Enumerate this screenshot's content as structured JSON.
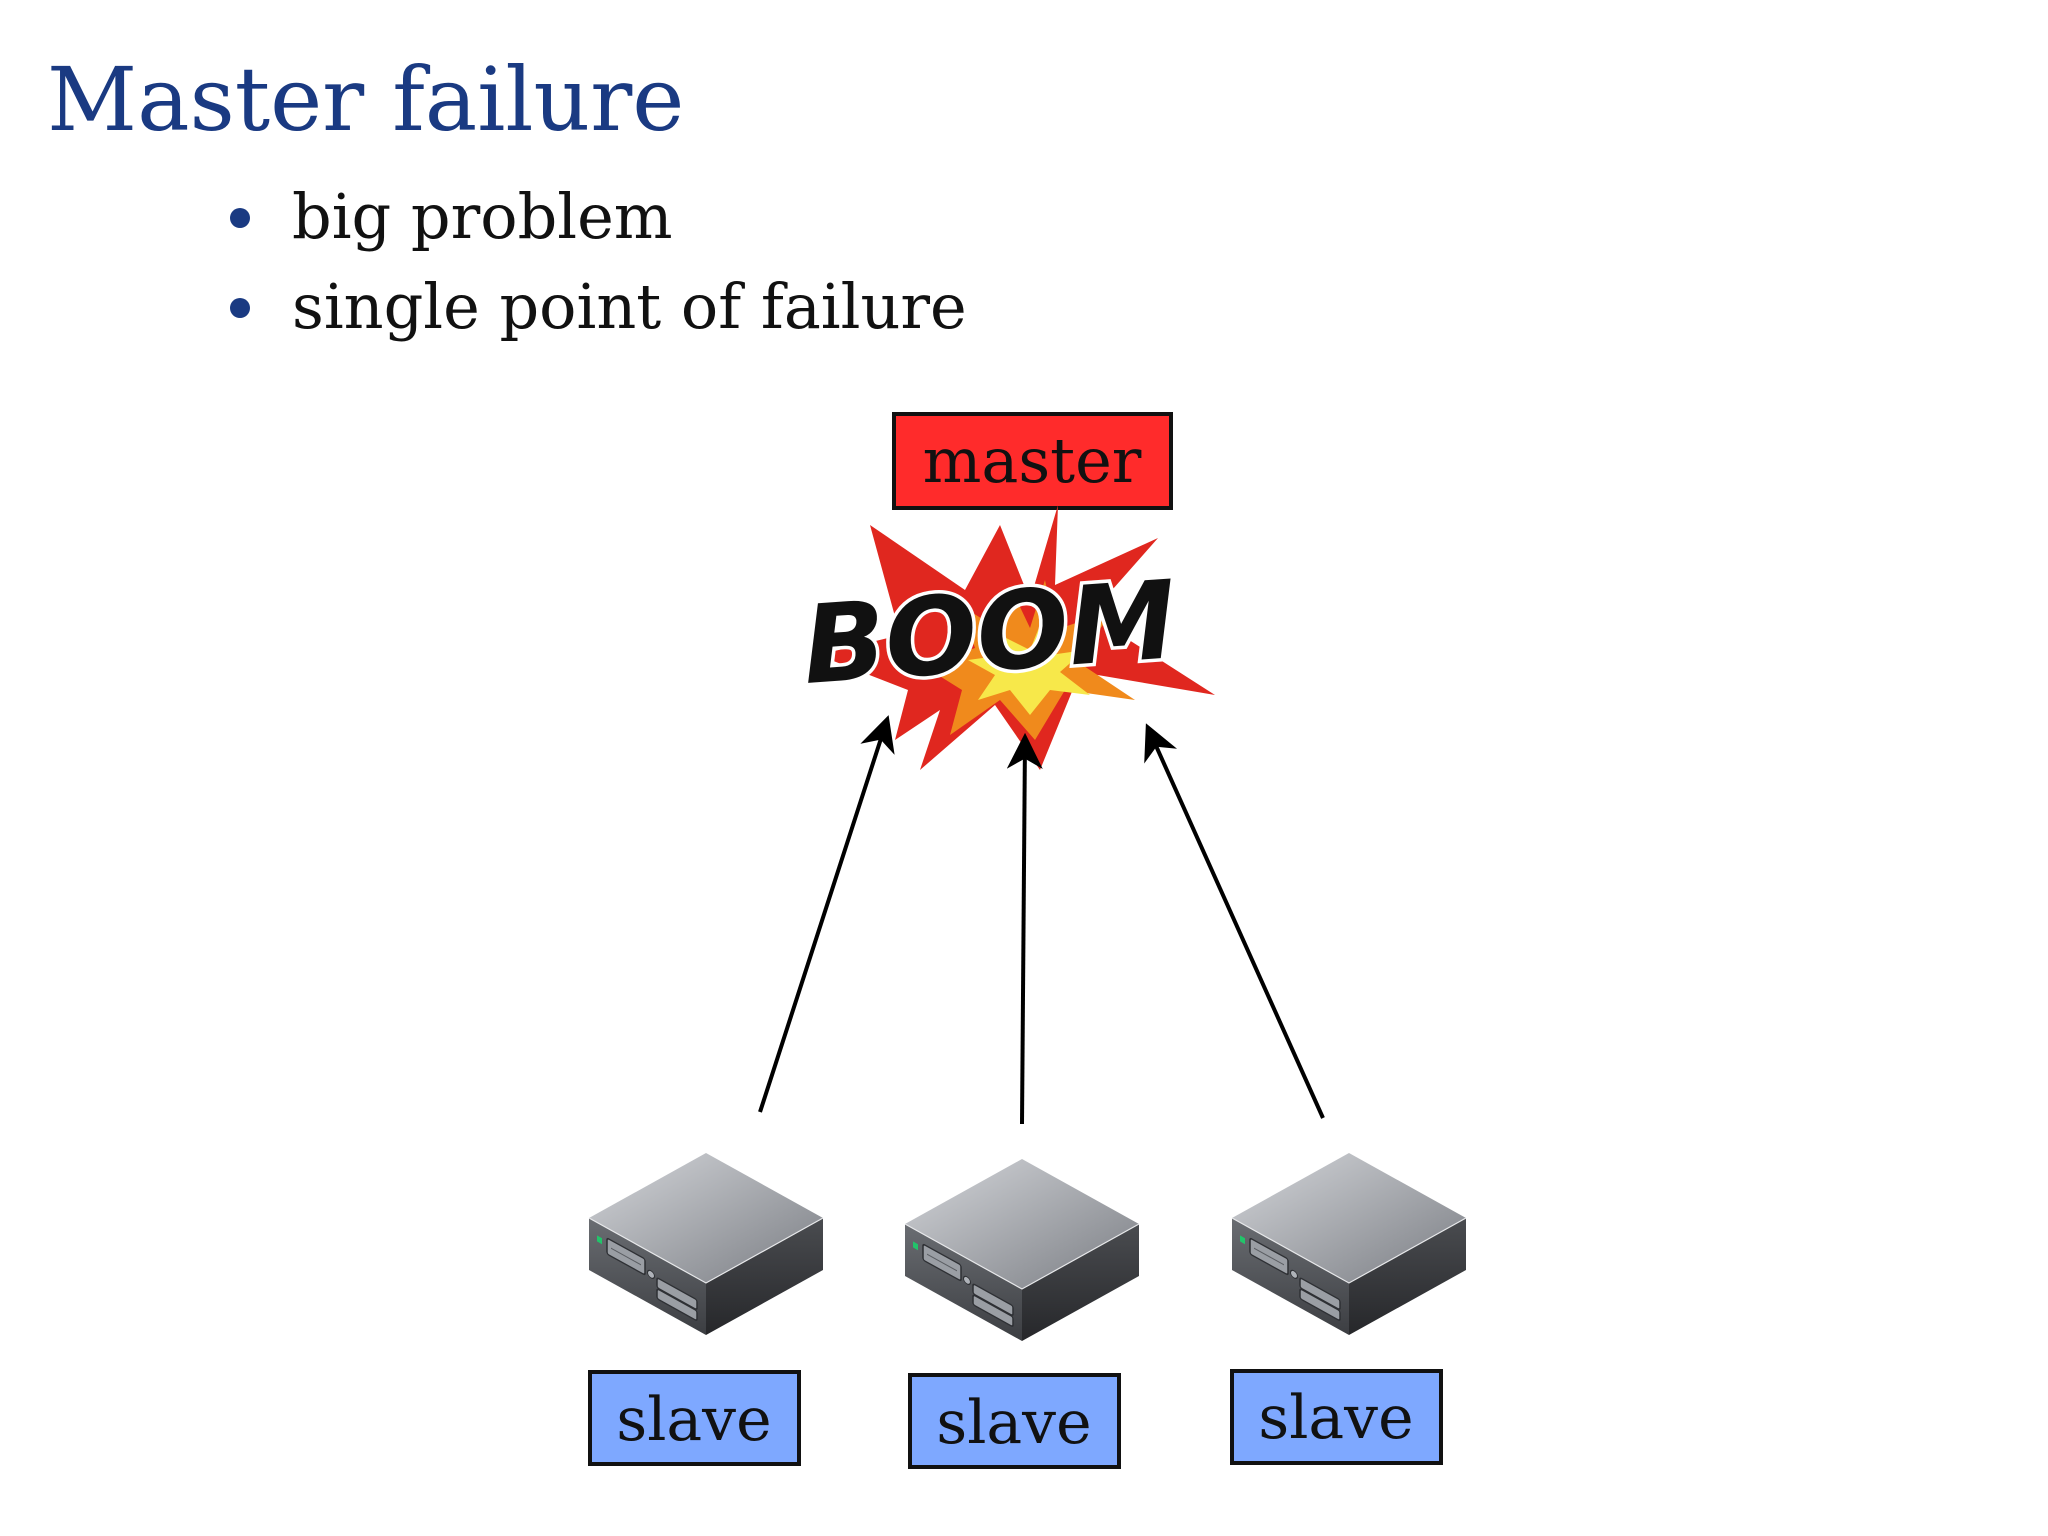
{
  "slide": {
    "title": "Master failure",
    "bullets": [
      {
        "text": "big problem"
      },
      {
        "text": "single point of failure"
      }
    ]
  },
  "diagram": {
    "master_label": "master",
    "explosion_text": "BOOM",
    "slaves": [
      {
        "label": "slave"
      },
      {
        "label": "slave"
      },
      {
        "label": "slave"
      }
    ],
    "colors": {
      "title": "#1a3a82",
      "master_box": "#ff2b2b",
      "slave_box": "#7ea8ff",
      "explosion_outer": "#e0271f",
      "explosion_mid": "#f08a1c",
      "explosion_inner": "#f7e84a"
    }
  }
}
